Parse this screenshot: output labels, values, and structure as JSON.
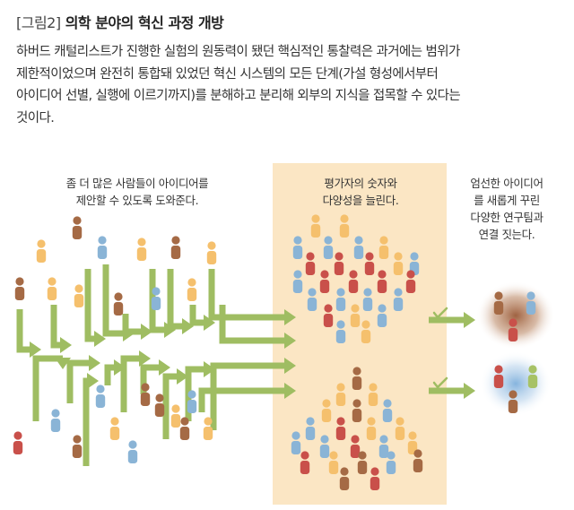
{
  "title": {
    "tag": "[그림2]",
    "text": "의학 분야의 혁신 과정 개방"
  },
  "caption": [
    "하버드 캐털리스트가 진행한 실험의 원동력이 됐던 핵심적인 통찰력은 과거에는 범위가",
    "제한적이었으며 완전히 통합돼 있었던 혁신 시스템의 모든 단계(가설 형성에서부터",
    "아이디어 선별, 실행에 이르기까지)를 분해하고 분리해 외부의 지식을 접목할 수 있다는",
    "것이다."
  ],
  "labels": {
    "left": [
      "좀 더 많은 사람들이 아이디어를",
      "제안할 수 있도록 도와준다."
    ],
    "middle": [
      "평가자의 숫자와",
      "다양성을 늘린다."
    ],
    "right": [
      "엄선한 아이디어",
      "를 새롭게 꾸린",
      "다양한 연구팀과",
      "연결 짓는다."
    ]
  },
  "colors": {
    "arrow": "#9fbd62",
    "panel": "#fbe6c4",
    "person_yellow": "#f5c06d",
    "person_blue": "#8ab4d6",
    "person_red": "#c9504a",
    "person_brown": "#a56a45",
    "person_green": "#a7c266",
    "glow_brown": "#a0603c",
    "glow_blue": "#8fb8de"
  },
  "icons": [
    "person-icon",
    "arrow-icon",
    "checkmark-icon"
  ]
}
